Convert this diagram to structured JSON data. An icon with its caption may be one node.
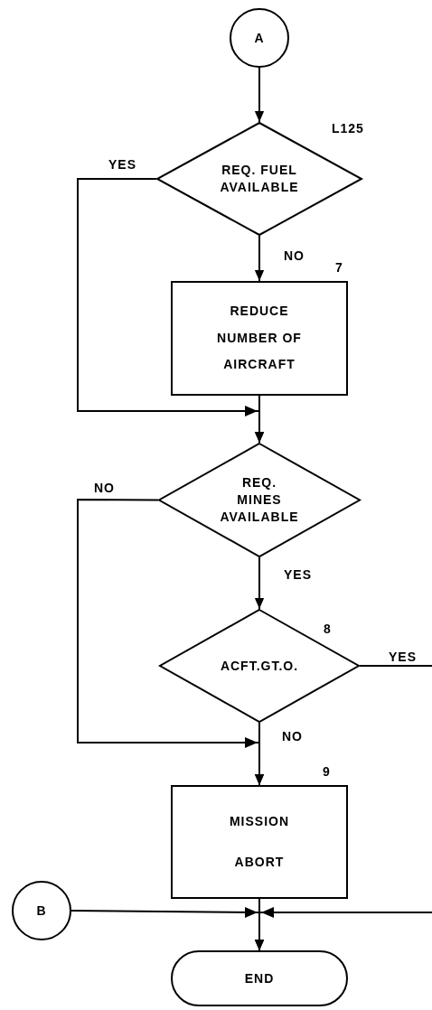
{
  "diagram": {
    "nodes": [
      {
        "text": [
          "A"
        ]
      },
      {
        "text": [
          "REQ. FUEL AVAILABLE"
        ],
        "beside": [
          "L125"
        ]
      },
      {
        "text": [
          "REDUCE NUMBER OF AIRCRAFT"
        ],
        "beside": [
          "7"
        ]
      },
      {
        "text": [
          "REQ. MINES AVAILABLE"
        ]
      },
      {
        "text": [
          "ACFT.GT.O."
        ],
        "beside": [
          "8"
        ]
      },
      {
        "text": [
          "MISSION ABORT"
        ],
        "beside": [
          "9"
        ]
      },
      {
        "text": [
          "B"
        ]
      },
      {
        "text": [
          "END"
        ]
      }
    ],
    "edges": [
      {
        "from": 0,
        "to": 1,
        "arrow": "to"
      },
      {
        "from": 1,
        "to": 2,
        "arrow": "to",
        "label": "NO"
      },
      {
        "from": 1,
        "to": 3,
        "arrow": "to",
        "label": "YES"
      },
      {
        "from": 2,
        "to": 3,
        "arrow": "to"
      },
      {
        "from": 3,
        "to": 4,
        "arrow": "to",
        "label": "YES"
      },
      {
        "from": 3,
        "to": 5,
        "arrow": "to",
        "label": "NO"
      },
      {
        "from": 4,
        "to": 5,
        "arrow": "to",
        "label": "NO"
      },
      {
        "from": 4,
        "to": null,
        "arrow": "none",
        "label": "YES"
      },
      {
        "from": 5,
        "to": 7,
        "arrow": "to"
      },
      {
        "from": 6,
        "to": 7,
        "arrow": "to"
      },
      {
        "from": null,
        "to": 7,
        "arrow": "to"
      }
    ]
  }
}
